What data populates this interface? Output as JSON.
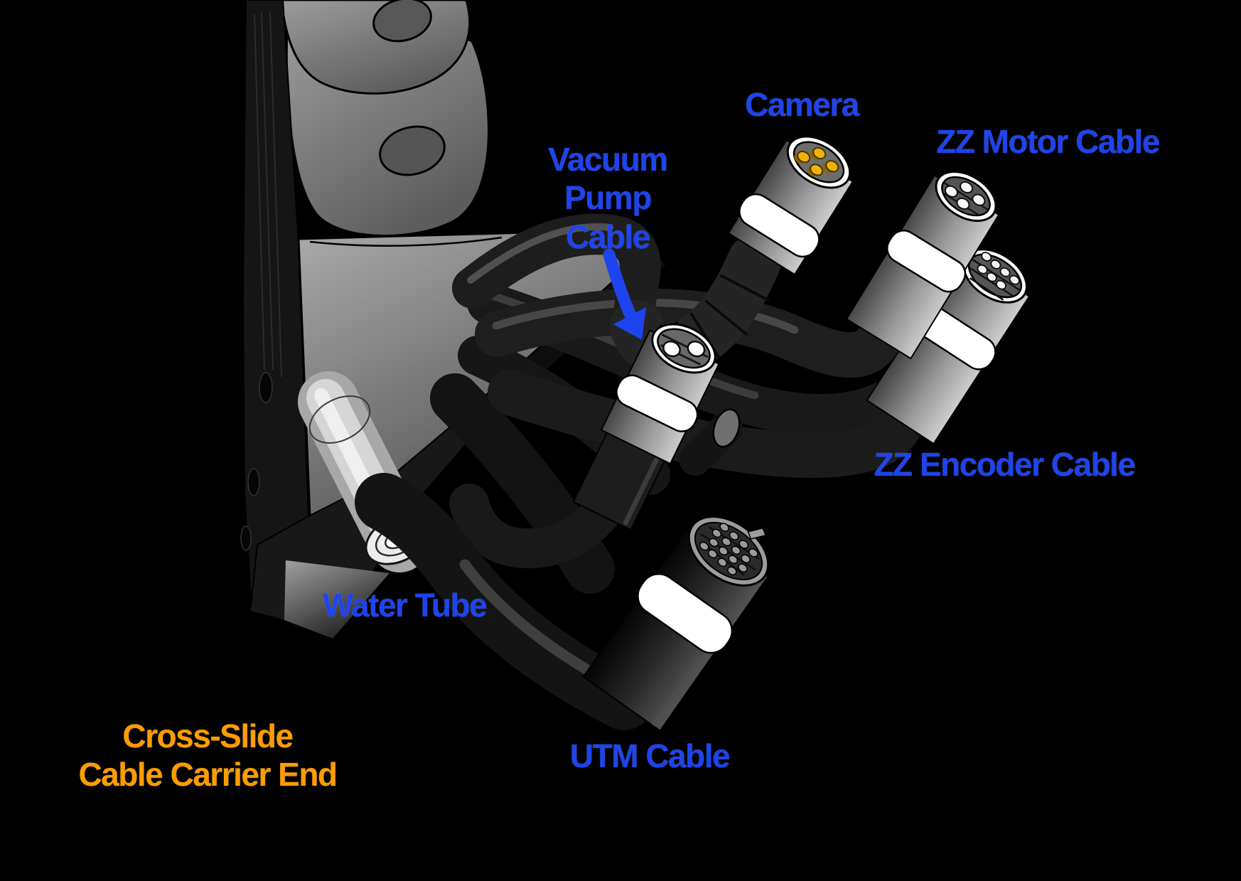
{
  "colors": {
    "background": "#000000",
    "label_blue": "#1e44ee",
    "label_orange": "#ff9c00",
    "arrow_blue": "#1e44ee"
  },
  "labels": {
    "camera": "Camera",
    "zz_motor": "ZZ Motor Cable",
    "vacuum_pump": {
      "lines": [
        "Vacuum",
        "Pump",
        "Cable"
      ]
    },
    "zz_encoder": "ZZ Encoder Cable",
    "water_tube": "Water Tube",
    "utm": "UTM Cable",
    "cross_slide": {
      "lines": [
        "Cross-Slide",
        "Cable Carrier End"
      ]
    }
  },
  "connectors": [
    {
      "name": "camera-connector",
      "label": "Camera",
      "visible_pins": 4,
      "pin_color": "gold"
    },
    {
      "name": "zz-motor-connector",
      "label": "ZZ Motor Cable",
      "visible_pins": 4,
      "pin_color": "white"
    },
    {
      "name": "zz-encoder-connector",
      "label": "ZZ Encoder Cable",
      "visible_pins": 7,
      "pin_color": "white"
    },
    {
      "name": "vacuum-pump-connector",
      "label": "Vacuum Pump Cable",
      "visible_pins": 2,
      "pin_color": "white"
    },
    {
      "name": "utm-connector",
      "label": "UTM Cable",
      "visible_pins": 16,
      "pin_color": "gray"
    }
  ],
  "other_parts": [
    "Water Tube",
    "Cross-Slide Cable Carrier End"
  ]
}
